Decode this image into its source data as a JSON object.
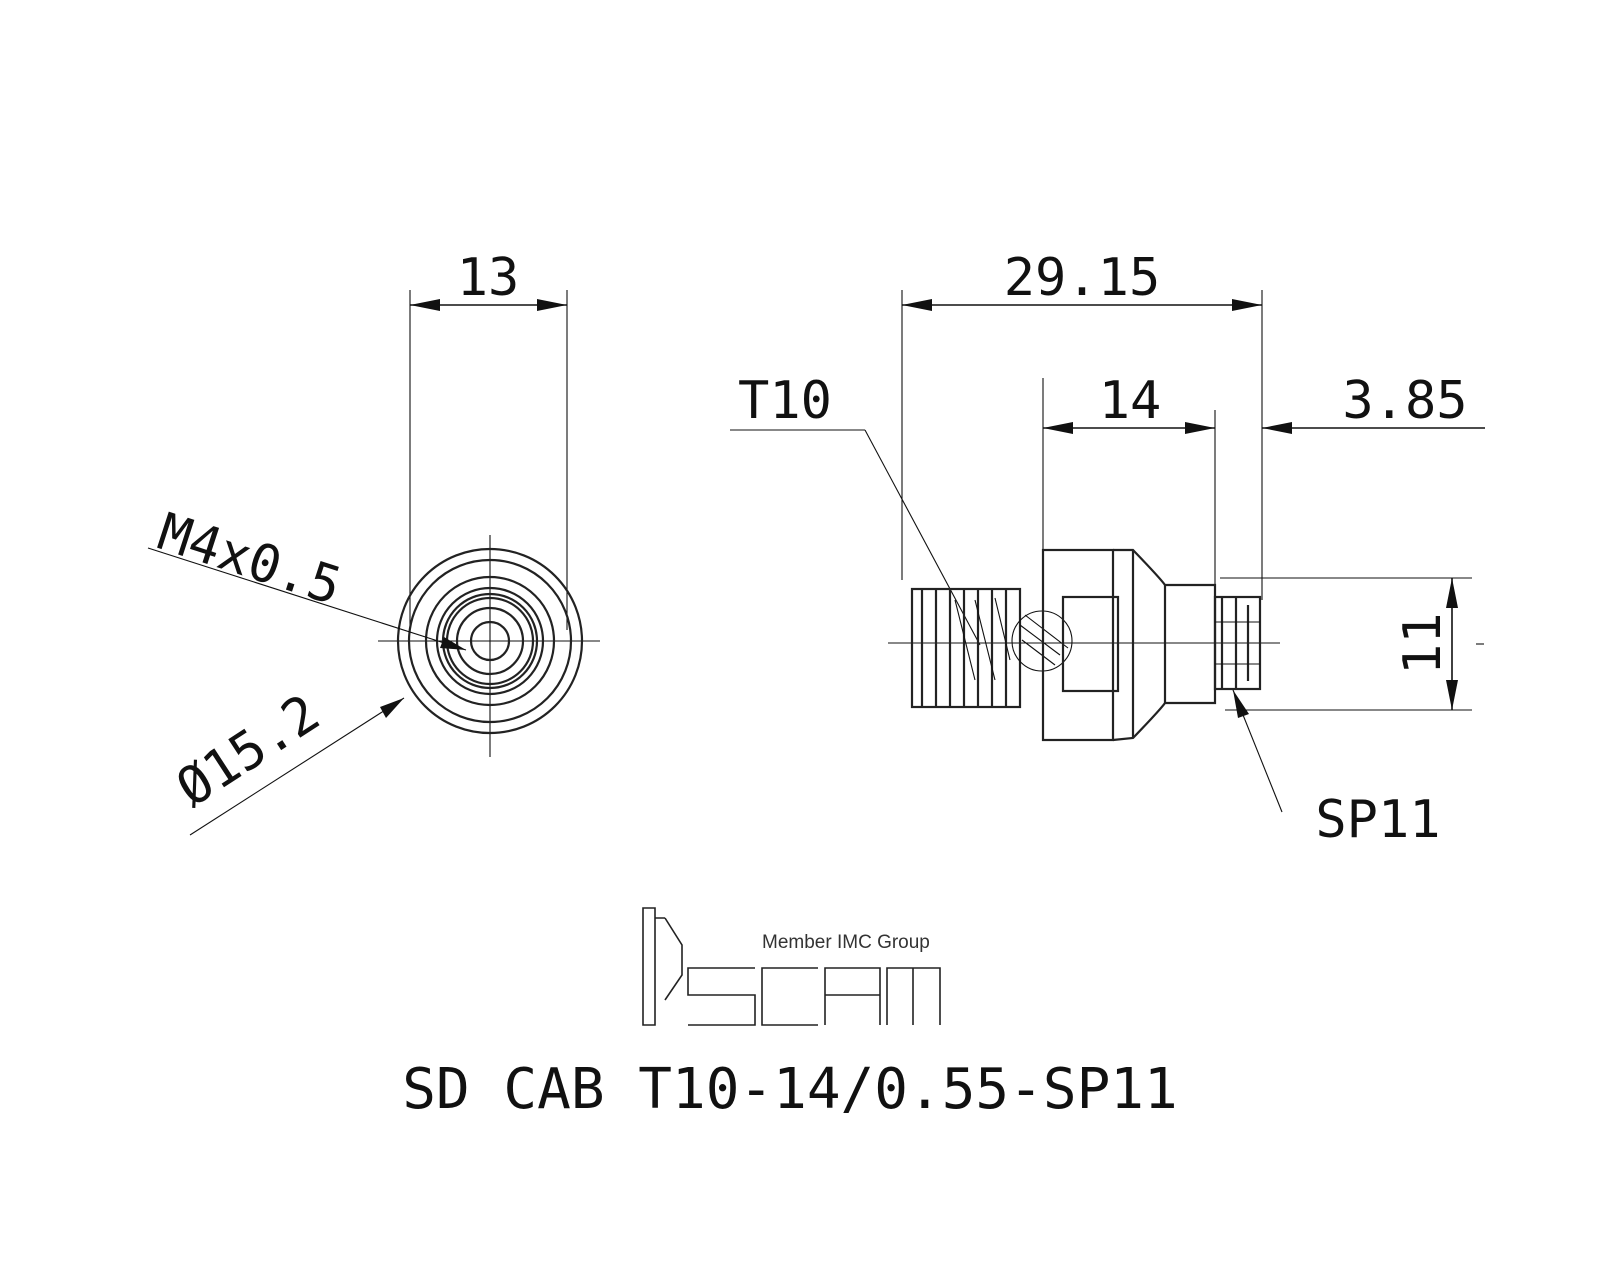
{
  "dimensions": {
    "width_13": "13",
    "length_29_15": "29.15",
    "length_14": "14",
    "length_3_85": "3.85",
    "height_11": "11",
    "thread": "M4x0.5",
    "diameter": "Ø15.2",
    "torx_label": "T10",
    "tip_label": "SP11"
  },
  "logo": {
    "tagline": "Member IMC Group",
    "brand": "iscar"
  },
  "title": "SD CAB T10-14/0.55-SP11",
  "colors": {
    "line": "#111111",
    "part": "#222222",
    "background": "#ffffff"
  }
}
